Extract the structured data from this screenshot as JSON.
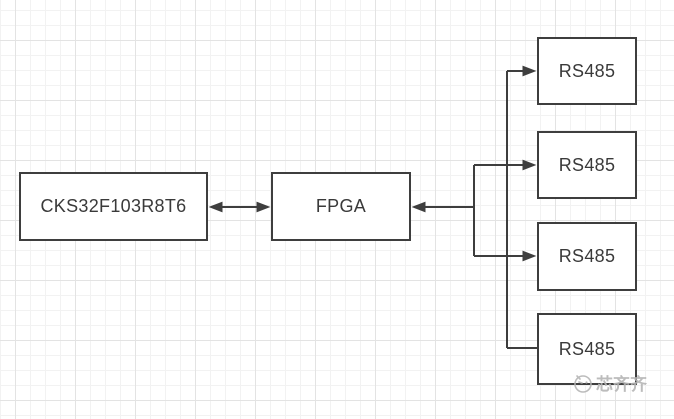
{
  "diagram": {
    "blocks": [
      {
        "id": "mcu",
        "label": "CKS32F103R8T6"
      },
      {
        "id": "fpga",
        "label": "FPGA"
      },
      {
        "id": "rs485-1",
        "label": "RS485"
      },
      {
        "id": "rs485-2",
        "label": "RS485"
      },
      {
        "id": "rs485-3",
        "label": "RS485"
      },
      {
        "id": "rs485-4",
        "label": "RS485"
      }
    ],
    "connections": [
      {
        "from": "mcu",
        "to": "fpga",
        "style": "double-arrow"
      },
      {
        "from": "bus",
        "to": "fpga",
        "style": "arrow"
      },
      {
        "from": "bus",
        "to": "rs485-1",
        "style": "arrow"
      },
      {
        "from": "bus",
        "to": "rs485-2",
        "style": "arrow"
      },
      {
        "from": "bus",
        "to": "rs485-3",
        "style": "arrow"
      },
      {
        "from": "bus",
        "to": "rs485-4",
        "style": "line"
      }
    ],
    "watermark": {
      "text": "芯齐齐"
    }
  },
  "colors": {
    "stroke": "#3e3e3e",
    "text": "#3a3a3a",
    "background": "#ffffff",
    "grid-minor": "#f2f2f2",
    "grid-major": "#e3e3e3",
    "watermark": "#b5b5b5"
  }
}
